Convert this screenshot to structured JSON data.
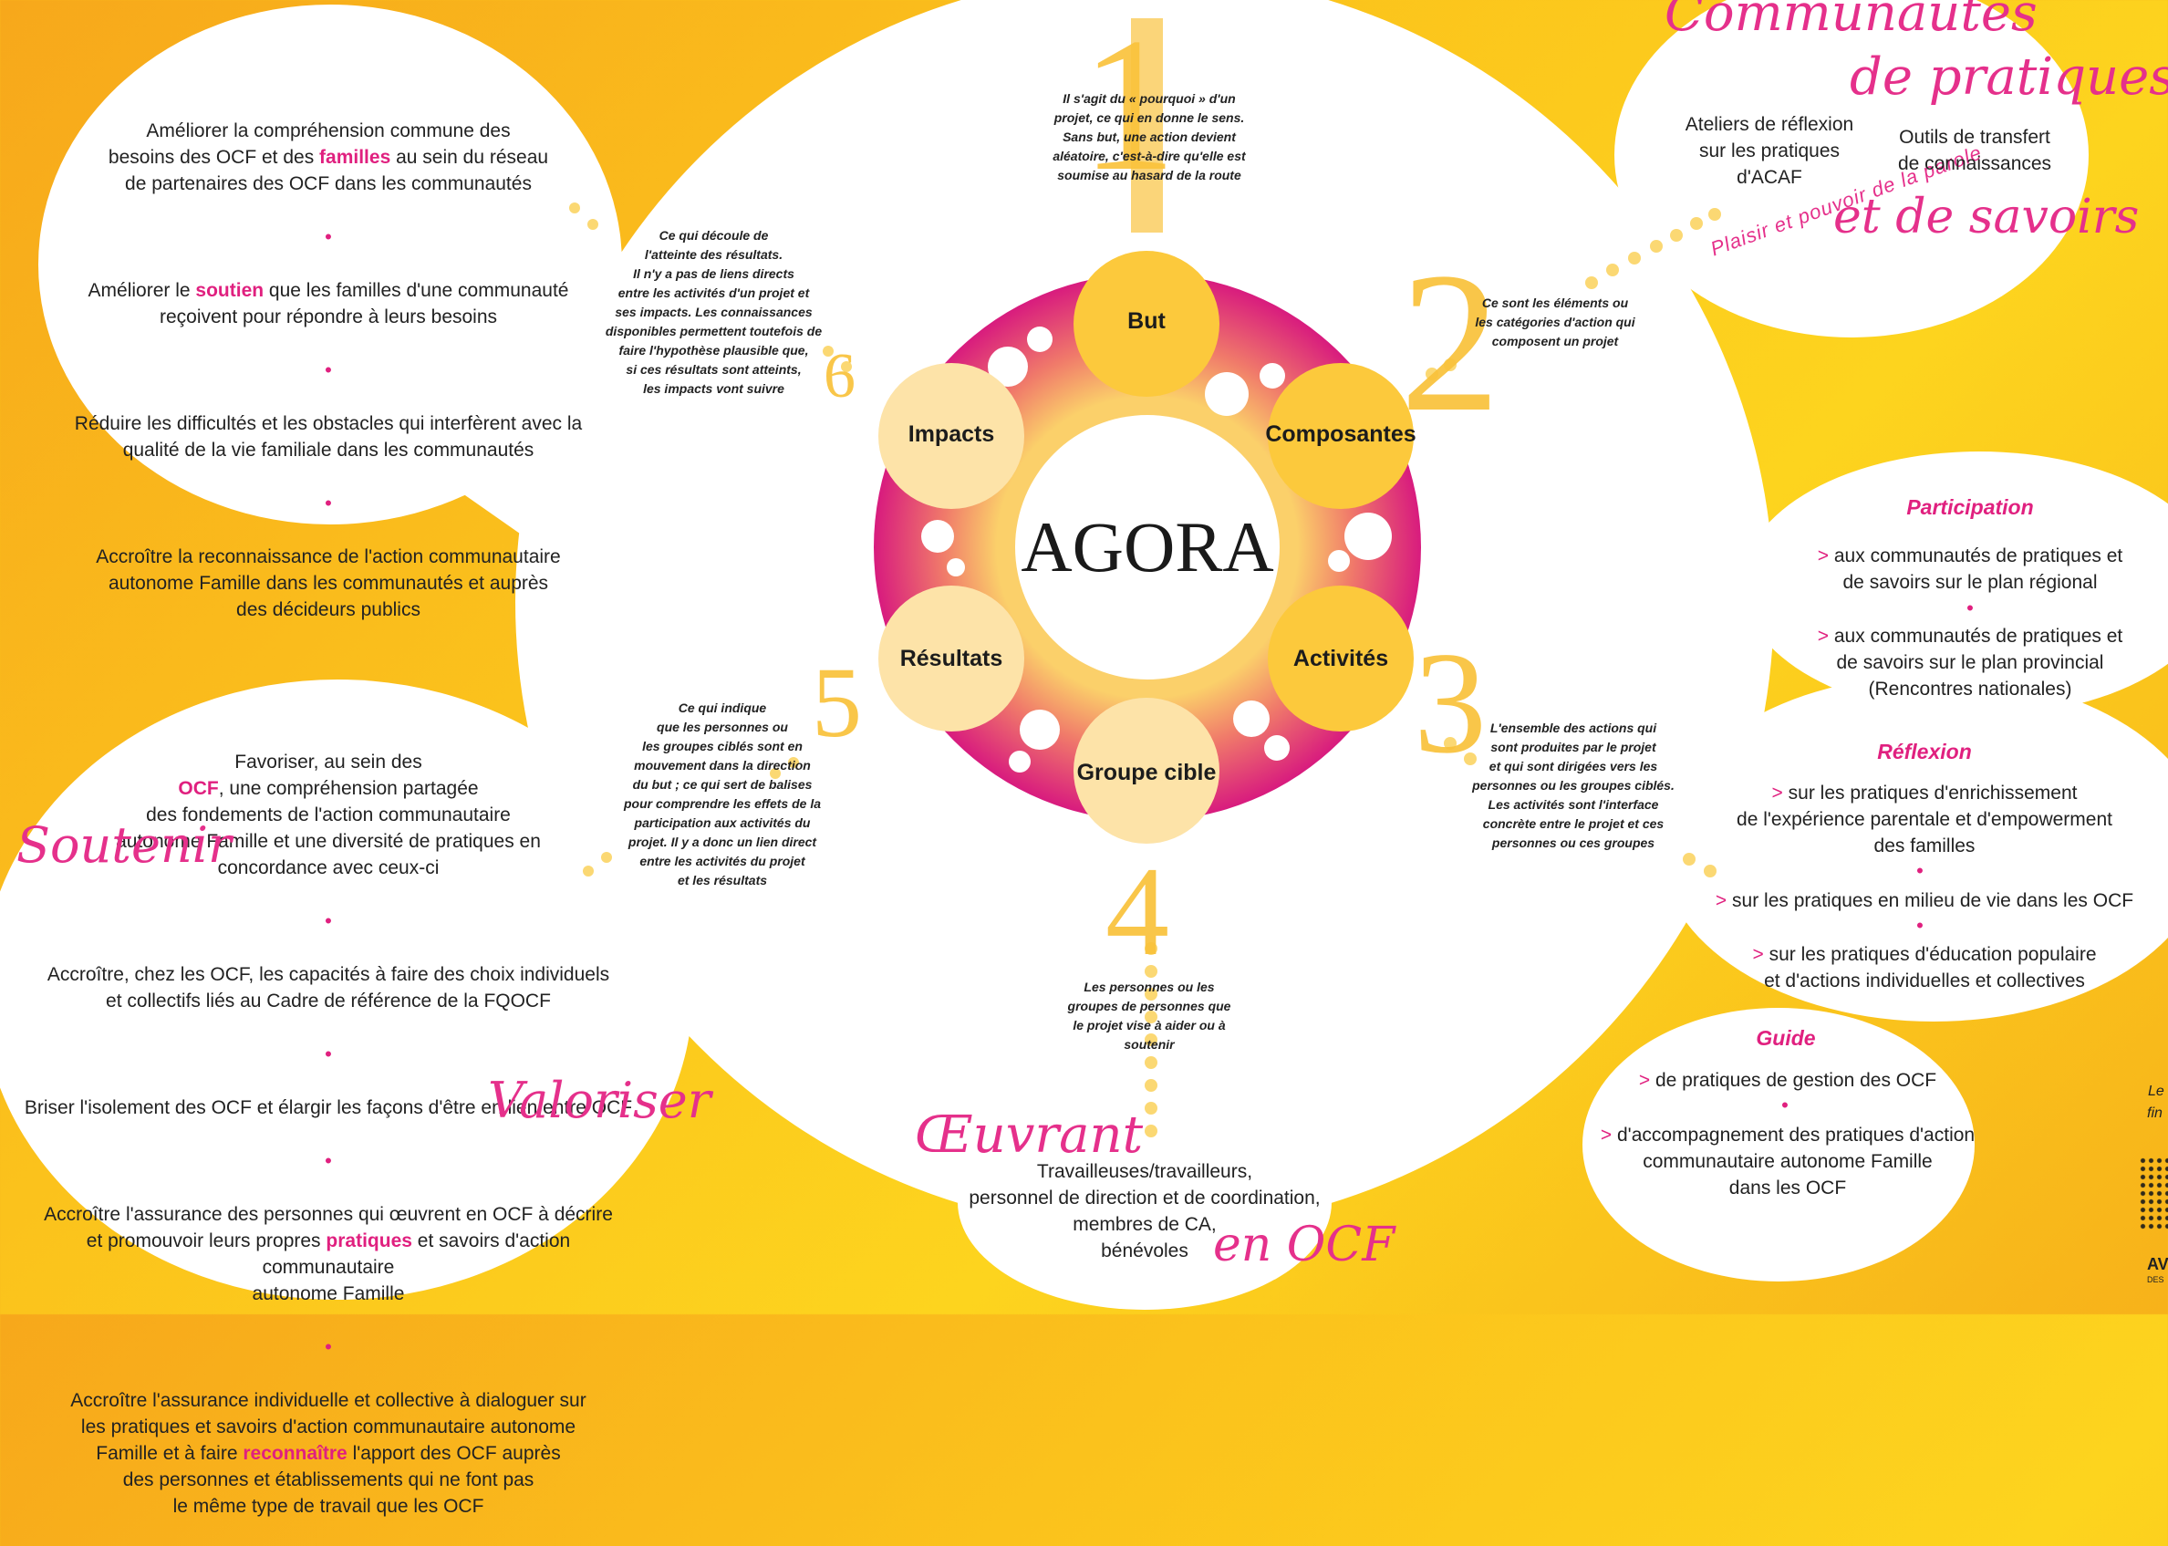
{
  "center": {
    "title": "AGORA"
  },
  "nodes": {
    "but": "But",
    "composantes": "Composantes",
    "activites": "Activités",
    "groupe_cible": "Groupe cible",
    "resultats": "Résultats",
    "impacts": "Impacts"
  },
  "numbers": {
    "n1": "1",
    "n2": "2",
    "n3": "3",
    "n4": "4",
    "n5": "5",
    "n6": "6"
  },
  "descriptions": {
    "but": "Il s'agit du « pourquoi » d'un\nprojet, ce qui en donne le sens.\nSans but, une action devient\naléatoire, c'est-à-dire qu'elle est\nsoumise au hasard de la route",
    "composantes": "Ce sont les éléments ou\nles catégories d'action qui\ncomposent un projet",
    "activites": "L'ensemble des actions qui\nsont produites par le projet\net qui sont dirigées vers les\npersonnes ou les groupes ciblés.\nLes activités sont l'interface\nconcrète entre le projet et ces\npersonnes ou ces groupes",
    "groupe_cible": "Les personnes ou les\ngroupes de personnes que\nle projet vise à aider ou à\nsoutenir",
    "resultats": "Ce qui indique\nque les personnes ou\nles groupes ciblés sont en\nmouvement dans la direction\ndu but ; ce qui sert de balises\npour comprendre les effets de la\nparticipation aux activités du\nprojet. Il y a donc un lien direct\nentre les activités du projet\net les résultats",
    "impacts": "Ce qui découle de\nl'atteinte des résultats.\nIl n'y a pas de liens directs\nentre les activités d'un projet et\nses impacts. Les connaissances\ndisponibles permettent toutefois de\nfaire l'hypothèse plausible que,\nsi ces résultats sont atteints,\nles impacts vont suivre"
  },
  "top_left": {
    "item1_a": "Améliorer la compréhension commune des\nbesoins des OCF et des ",
    "item1_hl": "familles",
    "item1_b": " au sein du réseau\nde partenaires des OCF dans les communautés",
    "item2_a": "Améliorer le ",
    "item2_hl": "soutien",
    "item2_b": " que les familles d'une communauté\nreçoivent pour répondre à leurs besoins",
    "item3": "Réduire les difficultés et les obstacles qui interfèrent avec la\nqualité de la vie familiale dans les communautés",
    "item4": "Accroître la reconnaissance de l'action communautaire\nautonome Famille dans les communautés et auprès\ndes décideurs publics"
  },
  "bottom_left": {
    "item1_a": "Favoriser, au sein des\n",
    "item1_hl": "OCF",
    "item1_b": ", une compréhension partagée\ndes fondements de l'action communautaire\nautonome Famille et une diversité de pratiques en\nconcordance avec ceux-ci",
    "item2": "Accroître, chez les OCF, les capacités à faire des choix individuels\net collectifs liés au Cadre de référence de la FQOCF",
    "item3": "Briser l'isolement des OCF et élargir les façons d'être en lien entre OCF",
    "item4_a": "Accroître l'assurance des personnes qui œuvrent en OCF à décrire\net promouvoir leurs propres ",
    "item4_hl": "pratiques",
    "item4_b": " et savoirs d'action communautaire\nautonome Famille",
    "item5_a": "Accroître l'assurance individuelle et collective à dialoguer sur\nles pratiques et savoirs d'action communautaire autonome\nFamille et à faire ",
    "item5_hl": "reconnaître",
    "item5_b": " l'apport des OCF auprès\ndes personnes et établissements qui ne font pas\nle même type de travail que les OCF"
  },
  "scripts": {
    "soutenir": "Soutenir",
    "valoriser": "Valoriser",
    "oeuvrant": "Œuvrant",
    "en_ocf": "en OCF",
    "communautes": "Communautés",
    "de_pratiques": "de pratiques",
    "et_de_savoirs": "et de savoirs",
    "plaisir": "Plaisir et pouvoir de la parole"
  },
  "top_right": {
    "ateliers": "Ateliers de réflexion\nsur les pratiques\nd'ACAF",
    "outils": "Outils de transfert\nde connaissances"
  },
  "bottom_center": {
    "text": "Travailleuses/travailleurs,\npersonnel de direction et de coordination,\nmembres de CA,\nbénévoles"
  },
  "right": {
    "participation_title": "Participation",
    "participation_1": "aux communautés de pratiques et\nde savoirs sur le plan régional",
    "participation_2": "aux communautés de pratiques et\nde savoirs sur le plan provincial\n(Rencontres nationales)",
    "reflexion_title": "Réflexion",
    "reflexion_1": "sur les pratiques d'enrichissement\nde l'expérience parentale et d'empowerment\ndes familles",
    "reflexion_2": "sur les pratiques en milieu de vie dans les OCF",
    "reflexion_3": "sur les pratiques d'éducation populaire\net d'actions individuelles et collectives",
    "guide_title": "Guide",
    "guide_1": "de pratiques de gestion des OCF",
    "guide_2": "d'accompagnement des pratiques d'action\ncommunautaire autonome Famille\ndans les OCF",
    "marker": ">",
    "bullet": "•"
  },
  "edge": {
    "le": "Le",
    "fin": "fin",
    "av": "AV",
    "des": "DES"
  },
  "colors": {
    "magenta": "#e0207f",
    "yellow": "#fbc21c",
    "node_dark": "#fcc93c",
    "node_light": "#fde3a8",
    "script_pink": "#e5308b"
  }
}
